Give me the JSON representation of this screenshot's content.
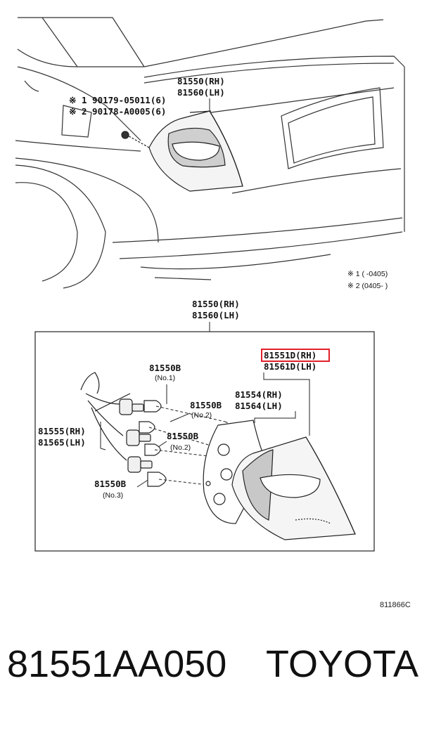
{
  "upper": {
    "lamp_rh": "81550(RH)",
    "lamp_lh": "81560(LH)",
    "screw_1": "※ 1  90179-05011(6)",
    "screw_2": "※ 2  90178-A0005(6)",
    "note_1": "※ 1 (      -0405)",
    "note_2": "※ 2 (0405-      )"
  },
  "lower": {
    "assy_rh": "81550(RH)",
    "assy_lh": "81560(LH)",
    "lens_rh": "81551D(RH)",
    "lens_lh": "81561D(LH)",
    "gasket_rh": "81554(RH)",
    "gasket_lh": "81564(LH)",
    "socket_rh": "81555(RH)",
    "socket_lh": "81565(LH)",
    "bulb_1": "81550B",
    "bulb_1_no": "(No.1)",
    "bulb_2a": "81550B",
    "bulb_2a_no": "(No.2)",
    "bulb_2b": "81550B",
    "bulb_2b_no": "(No.2)",
    "bulb_3": "81550B",
    "bulb_3_no": "(No.3)"
  },
  "drawing_code": "811866C",
  "highlight_color": "#e0202a",
  "footer": {
    "part_number": "81551AA050",
    "brand": "TOYOTA"
  }
}
